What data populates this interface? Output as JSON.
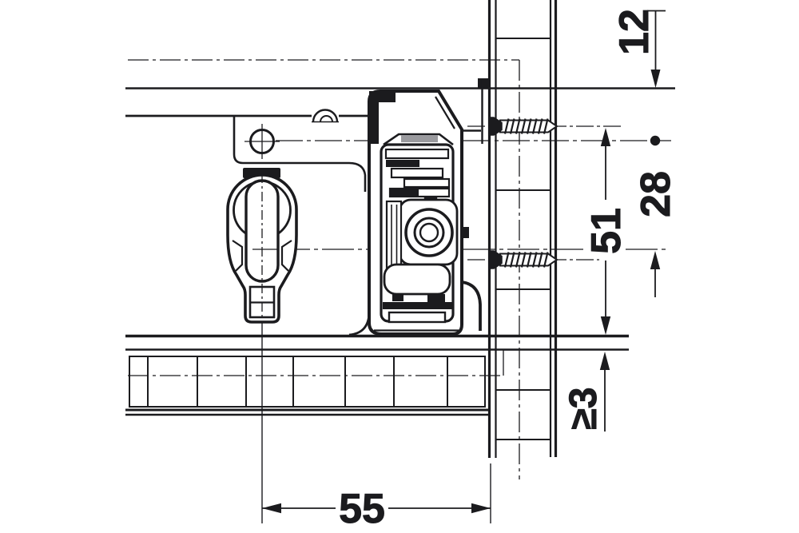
{
  "drawing": {
    "kind": "technical-section-drawing",
    "colors": {
      "line": "#1b1b1e",
      "background": "#ffffff",
      "highlight_gray": "#9a9a9e"
    },
    "dimensions": {
      "top_offset": "12",
      "hole_to_slot": "28",
      "screw_to_base": "51",
      "min_clearance": "≥3",
      "dowel_to_panel": "55"
    }
  }
}
